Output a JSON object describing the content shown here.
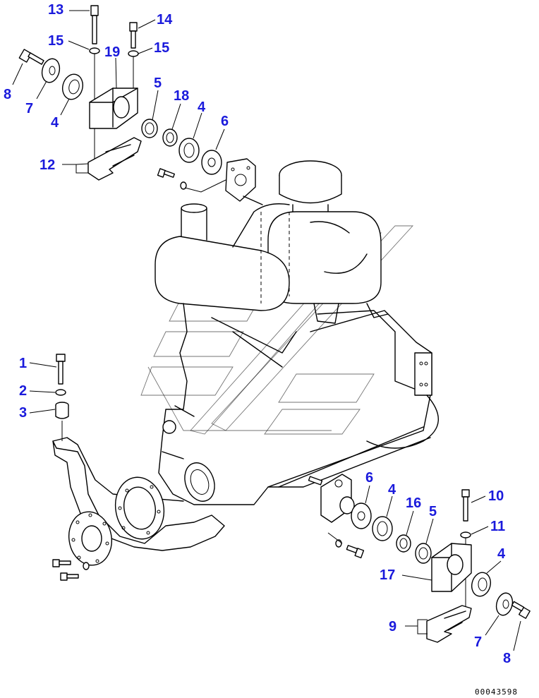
{
  "callouts": [
    {
      "id": "c13a",
      "label": "13"
    },
    {
      "id": "c14a",
      "label": "14"
    },
    {
      "id": "c15a",
      "label": "15"
    },
    {
      "id": "c19a",
      "label": "19"
    },
    {
      "id": "c15b",
      "label": "15"
    },
    {
      "id": "c8a",
      "label": "8"
    },
    {
      "id": "c7a",
      "label": "7"
    },
    {
      "id": "c4a",
      "label": "4"
    },
    {
      "id": "c5a",
      "label": "5"
    },
    {
      "id": "c18a",
      "label": "18"
    },
    {
      "id": "c4b",
      "label": "4"
    },
    {
      "id": "c6a",
      "label": "6"
    },
    {
      "id": "c12a",
      "label": "12"
    },
    {
      "id": "c1",
      "label": "1"
    },
    {
      "id": "c2",
      "label": "2"
    },
    {
      "id": "c3",
      "label": "3"
    },
    {
      "id": "c6b",
      "label": "6"
    },
    {
      "id": "c4c",
      "label": "4"
    },
    {
      "id": "c16",
      "label": "16"
    },
    {
      "id": "c5b",
      "label": "5"
    },
    {
      "id": "c10",
      "label": "10"
    },
    {
      "id": "c11",
      "label": "11"
    },
    {
      "id": "c17",
      "label": "17"
    },
    {
      "id": "c4d",
      "label": "4"
    },
    {
      "id": "c9",
      "label": "9"
    },
    {
      "id": "c7b",
      "label": "7"
    },
    {
      "id": "c8b",
      "label": "8"
    }
  ],
  "document_number": "00043598",
  "colors": {
    "callout": "#1a1adc",
    "line": "#000000",
    "background": "#ffffff"
  }
}
